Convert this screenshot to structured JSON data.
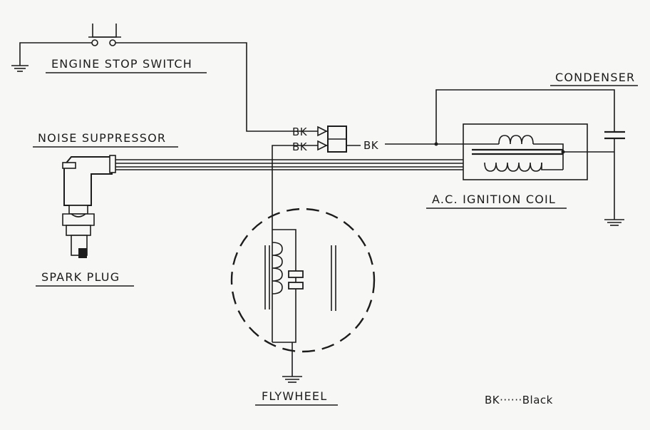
{
  "labels": {
    "engine_stop_switch": "ENGINE STOP SWITCH",
    "condenser": "CONDENSER",
    "noise_suppressor": "NOISE SUPPRESSOR",
    "ac_ignition_coil": "A.C. IGNITION COIL",
    "spark_plug": "SPARK PLUG",
    "flywheel": "FLYWHEEL"
  },
  "wires": {
    "bk_1": "BK",
    "bk_2": "BK",
    "bk_3": "BK"
  },
  "legend": {
    "text": "BK······Black"
  }
}
